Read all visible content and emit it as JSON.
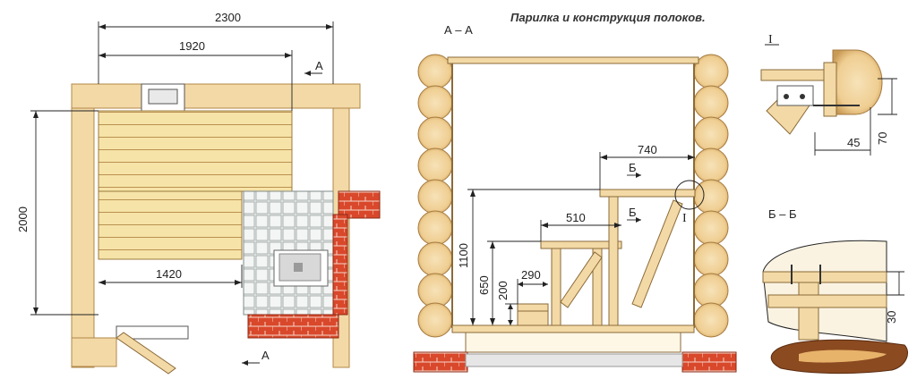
{
  "title": "Парилка и конструкция полоков.",
  "plan": {
    "dim_total_width": "2300",
    "dim_bench_width": "1920",
    "dim_depth": "2000",
    "dim_lower_bench": "1420",
    "section_mark": "А"
  },
  "section_aa": {
    "label": "А – А",
    "dim_top_bench": "740",
    "dim_mid_bench": "510",
    "dim_step": "290",
    "dim_h_top": "1100",
    "dim_h_mid": "650",
    "dim_h_step": "200",
    "mark_b": "Б",
    "mark_detail": "I"
  },
  "detail_i": {
    "label": "I",
    "dim_a": "45",
    "dim_b": "70"
  },
  "detail_bb": {
    "label": "Б – Б",
    "dim": "30"
  },
  "colors": {
    "wood": "#f3d9a6",
    "wood_dark": "#c8a060",
    "brick": "#d9482b",
    "tile": "#e7ebe9"
  }
}
